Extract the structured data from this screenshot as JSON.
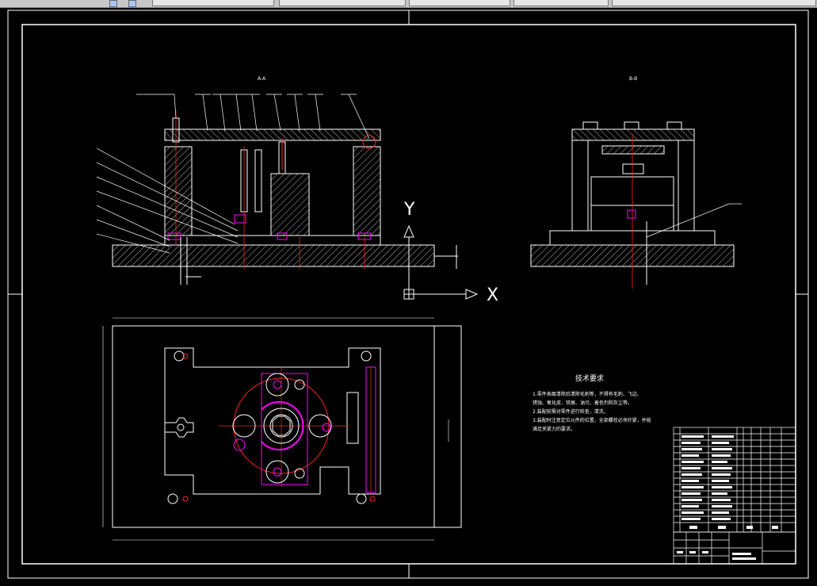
{
  "taskbar": {
    "buttons": [
      {
        "label": ""
      },
      {
        "label": ""
      },
      {
        "label": ""
      },
      {
        "label": ""
      },
      {
        "label": ""
      }
    ]
  },
  "drawing": {
    "section_a_label": "A-A",
    "section_b_label": "B-B",
    "axis_y": "Y",
    "axis_x": "X",
    "tech_requirements": {
      "title": "技术要求",
      "lines": [
        "1.零件表面清除后清除毛刺等，不得有毛刺、飞边、",
        "  锈蚀、氧化皮、铁屑、油污、着色剂和灰尘等。",
        "2.装配前需对零件进行检查，清洗，",
        "3.装配时注意定位元件的位置，全部螺栓必须拧紧，并能",
        "  满足夹紧力的要求。"
      ]
    },
    "colors": {
      "background": "#000000",
      "line": "#ffffff",
      "magenta": "#ff00ff",
      "red": "#ff2020",
      "taskbar": "#c8c8c8"
    }
  }
}
